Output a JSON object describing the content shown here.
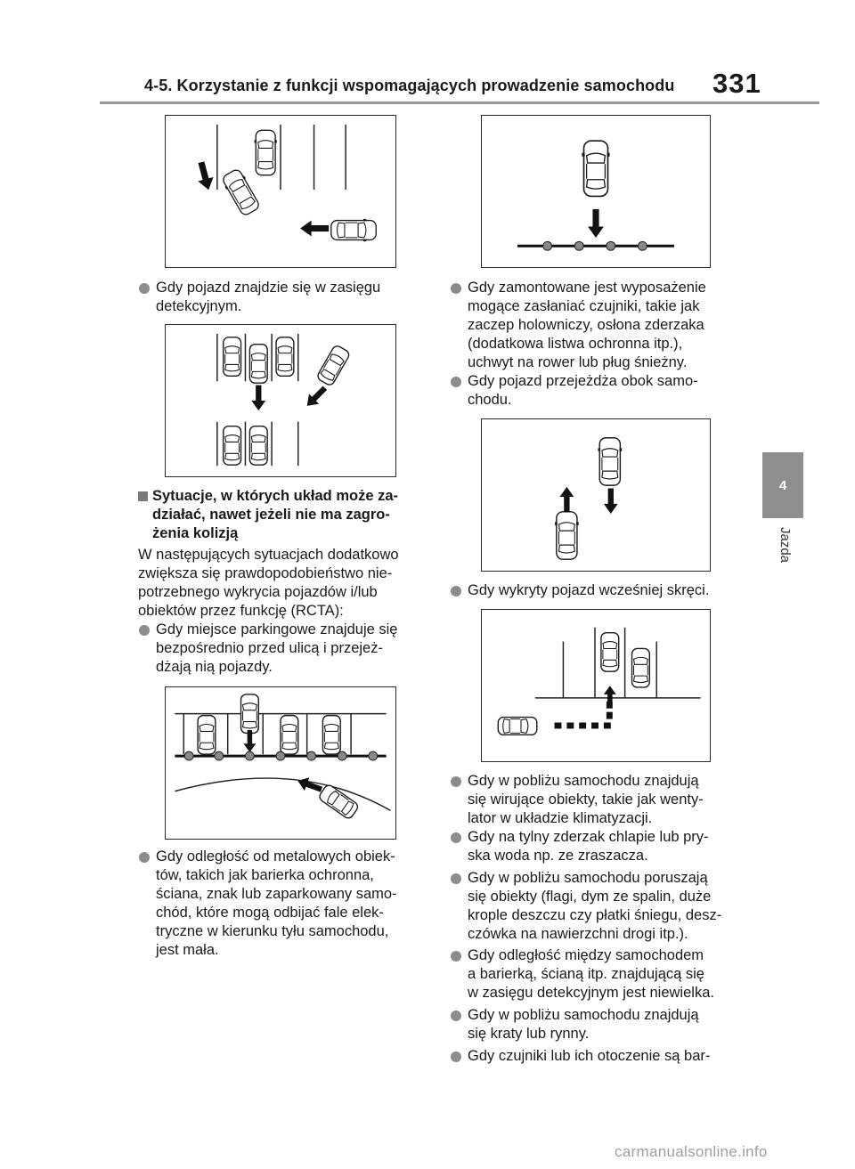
{
  "header": {
    "title": "4-5. Korzystanie z funkcji wspomagających prowadzenie samochodu",
    "page_number": "331"
  },
  "chapter_tab": {
    "number": "4",
    "label": "Jazda"
  },
  "left_column": {
    "bullet_1": "Gdy pojazd znajdzie się w zasięgu\ndetekcyjnym.",
    "section_heading": "Sytuacje, w których układ może za-\ndziałać, nawet jeżeli nie ma zagro-\nżenia kolizją",
    "paragraph": "W następujących sytuacjach dodatkowo\nzwiększa się prawdopodobieństwo nie-\npotrzebnego wykrycia pojazdów i/lub\nobiektów przez funkcję (RCTA):",
    "bullet_2": "Gdy miejsce parkingowe znajduje się\nbezpośrednio przed ulicą i przejeż-\ndżają nią pojazdy.",
    "bullet_3": "Gdy odległość od metalowych obiek-\ntów, takich jak barierka ochronna,\nściana, znak lub zaparkowany samo-\nchód, które mogą odbijać fale elek-\ntryczne w kierunku tyłu samochodu,\njest mała."
  },
  "right_column": {
    "bullet_1": "Gdy zamontowane jest wyposażenie\nmogące zasłaniać czujniki, takie jak\nzaczep holowniczy, osłona zderzaka\n(dodatkowa listwa ochronna itp.),\nuchwyt na rower lub pług śnieżny.",
    "bullet_2": "Gdy pojazd przejeżdża obok samo-\nchodu.",
    "bullet_3": "Gdy wykryty pojazd wcześniej skręci.",
    "bullet_4": "Gdy w pobliżu samochodu znajdują\nsię wirujące obiekty, takie jak wenty-\nlator w układzie klimatyzacji.",
    "bullet_5": "Gdy na tylny zderzak chlapie lub pry-\nska woda np. ze zraszacza.",
    "bullet_6": "Gdy w pobliżu samochodu poruszają\nsię obiekty (flagi, dym ze spalin, duże\nkrople deszczu czy płatki śniegu, desz-\nczówka na nawierzchni drogi itp.).",
    "bullet_7": "Gdy odległość między samochodem\na barierką, ścianą itp. znajdującą się\nw zasięgu detekcyjnym jest niewielka.",
    "bullet_8": "Gdy w pobliżu samochodu znajdują\nsię kraty lub rynny.",
    "bullet_9": "Gdy czujniki lub ich otoczenie są bar-"
  },
  "watermark": "carmanualsonline.info",
  "icons": {
    "car": "car-top-view-icon",
    "arrow": "direction-arrow-icon"
  },
  "colors": {
    "car_fill": "#ffffff",
    "car_stroke": "#1a1a1a",
    "arrow": "#111111",
    "bullet": "#8c8c8c",
    "tab": "#8f8f8f"
  }
}
